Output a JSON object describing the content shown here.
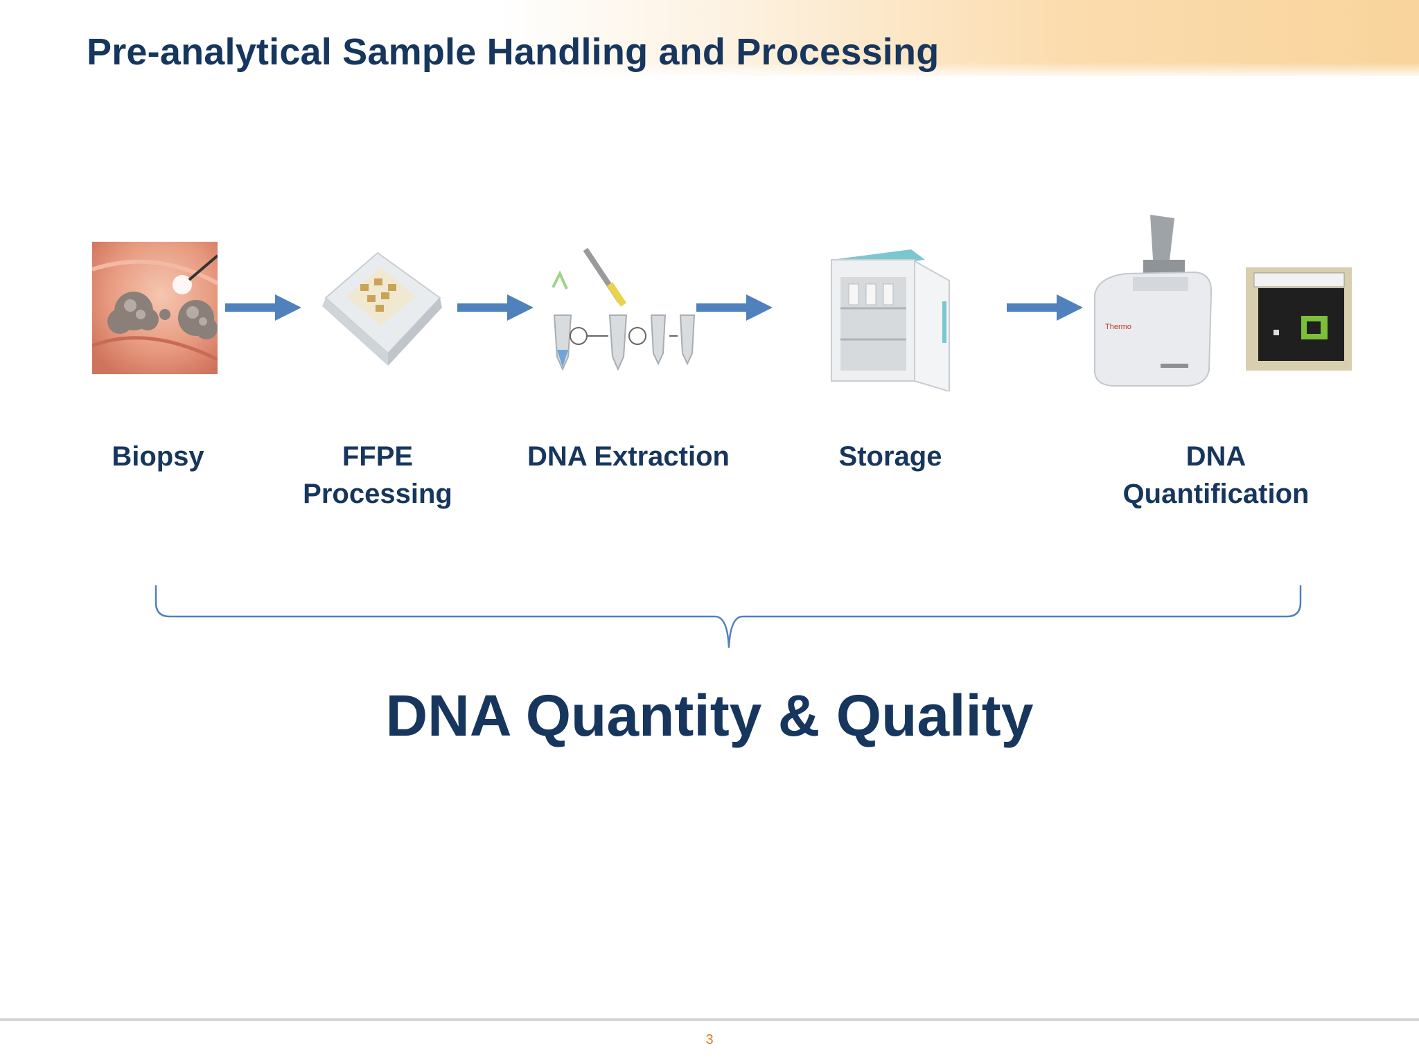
{
  "slide": {
    "title": "Pre-analytical Sample Handling and Processing",
    "steps": [
      {
        "label": "Biopsy",
        "icon": "biopsy-image"
      },
      {
        "label": "FFPE\nProcessing",
        "icon": "ffpe-cassette-image"
      },
      {
        "label": "DNA Extraction",
        "icon": "dna-extraction-tubes-image"
      },
      {
        "label": "Storage",
        "icon": "storage-fridge-image"
      },
      {
        "label": "DNA\nQuantification",
        "icon": "spectrophotometer-image"
      }
    ],
    "summary": "DNA Quantity & Quality",
    "page_number": "3"
  },
  "colors": {
    "title": "#17365d",
    "arrow": "#4f81bd",
    "bracket": "#4f81bd",
    "page_number": "#e07a1f"
  }
}
